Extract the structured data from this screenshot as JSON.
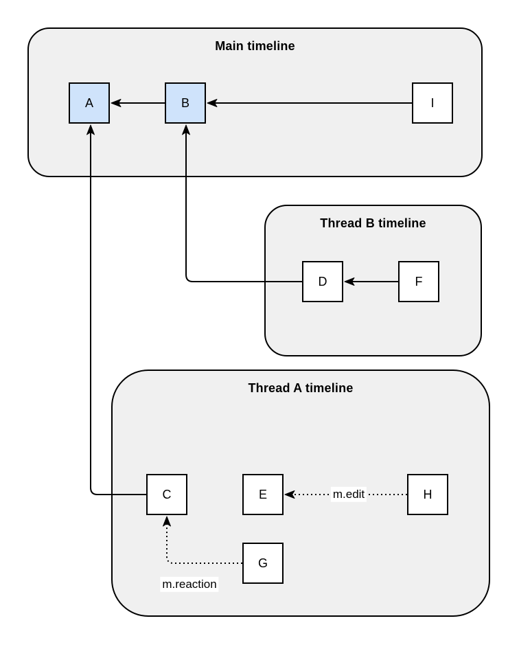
{
  "colors": {
    "background": "#ffffff",
    "container_fill": "#f0f0f0",
    "container_border": "#000000",
    "node_fill_highlight": "#cfe3fb",
    "node_fill_default": "#ffffff",
    "node_border": "#000000",
    "edge_color": "#000000",
    "text_color": "#000000",
    "label_background": "#ffffff"
  },
  "containers": [
    {
      "title": "Main timeline"
    },
    {
      "title": "Thread B timeline"
    },
    {
      "title": "Thread A timeline"
    }
  ],
  "nodes": {
    "a": {
      "label": "A"
    },
    "b": {
      "label": "B"
    },
    "i": {
      "label": "I"
    },
    "d": {
      "label": "D"
    },
    "f": {
      "label": "F"
    },
    "c": {
      "label": "C"
    },
    "e": {
      "label": "E"
    },
    "h": {
      "label": "H"
    },
    "g": {
      "label": "G"
    }
  },
  "edges": {
    "edit_label": "m.edit",
    "reaction_label": "m.reaction"
  }
}
